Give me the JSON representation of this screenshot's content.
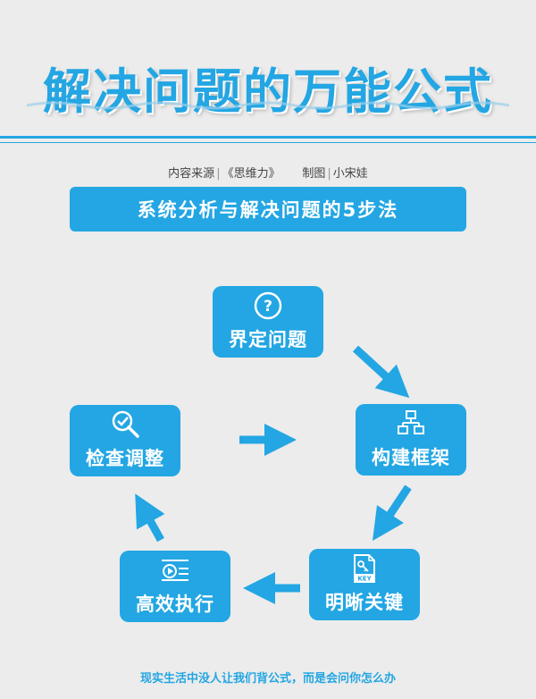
{
  "header": {
    "title": "解决问题的万能公式"
  },
  "credit": {
    "source_label": "内容来源",
    "source_value": "《思维力》",
    "author_label": "制图",
    "author_value": "小宋娃"
  },
  "banner": {
    "text": "系统分析与解决问题的5步法"
  },
  "steps": [
    {
      "label": "界定问题",
      "icon": "question-icon"
    },
    {
      "label": "构建框架",
      "icon": "hierarchy-icon"
    },
    {
      "label": "明晰关键",
      "icon": "key-file-icon",
      "icon_text": "KEY"
    },
    {
      "label": "高效执行",
      "icon": "play-list-icon"
    },
    {
      "label": "检查调整",
      "icon": "magnify-check-icon"
    }
  ],
  "footer": {
    "text": "现实生活中没人让我们背公式，而是会问你怎么办"
  },
  "colors": {
    "accent": "#23a6e3",
    "background": "#ececec"
  }
}
